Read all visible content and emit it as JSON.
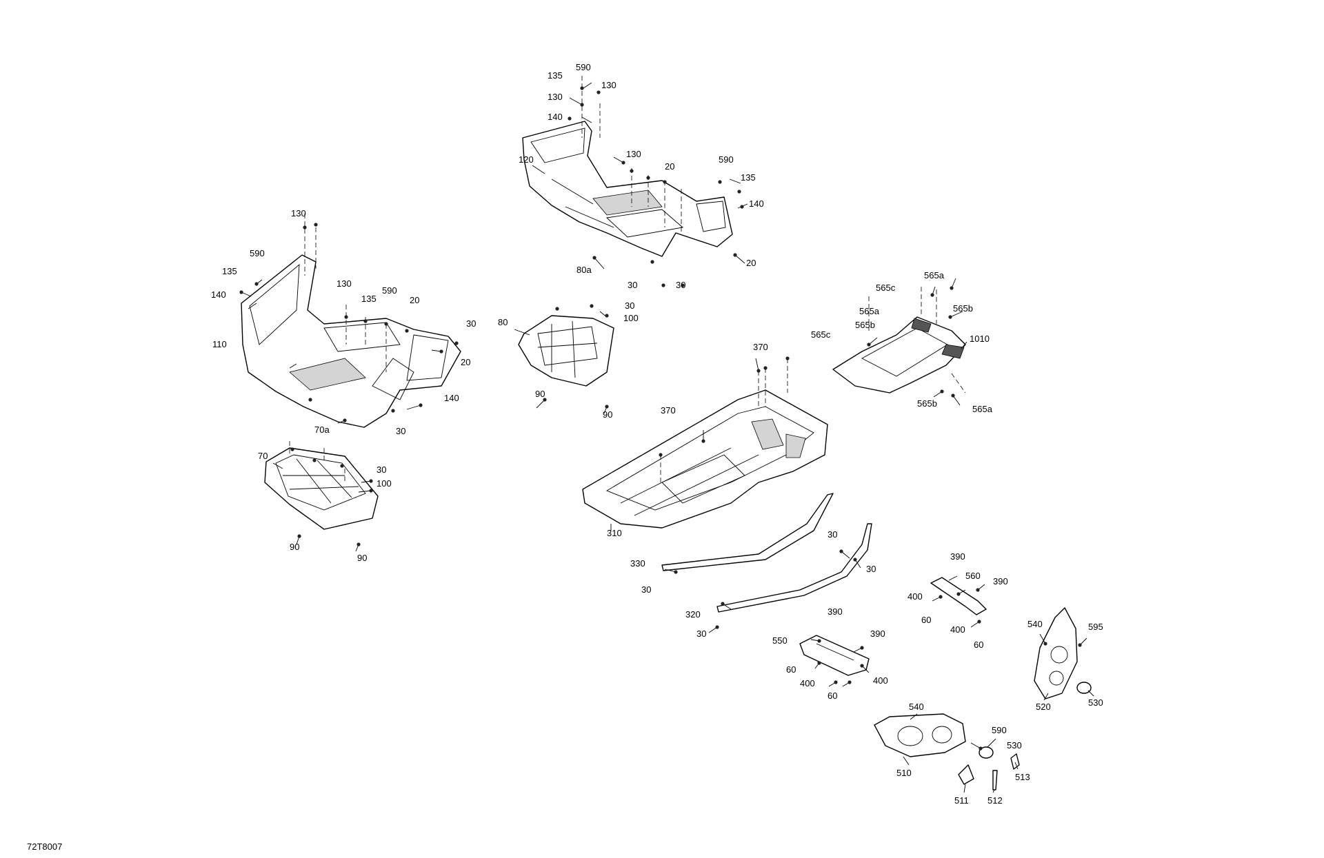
{
  "document_id": "72T8007",
  "callouts": [
    "590",
    "135",
    "130",
    "130",
    "140",
    "120",
    "130",
    "20",
    "590",
    "135",
    "140",
    "80a",
    "30",
    "30",
    "20",
    "130",
    "590",
    "135",
    "140",
    "130",
    "135",
    "590",
    "20",
    "30",
    "110",
    "20",
    "70a",
    "30",
    "140",
    "80",
    "30",
    "100",
    "90",
    "90",
    "70",
    "30",
    "100",
    "90",
    "90",
    "370",
    "370",
    "310",
    "30",
    "30",
    "330",
    "30",
    "320",
    "30",
    "565c",
    "565a",
    "565a",
    "565b",
    "565b",
    "565c",
    "1010",
    "565b",
    "565a",
    "390",
    "560",
    "390",
    "400",
    "60",
    "400",
    "60",
    "390",
    "550",
    "390",
    "60",
    "400",
    "400",
    "60",
    "540",
    "595",
    "520",
    "530",
    "540",
    "590",
    "530",
    "510",
    "511",
    "512",
    "513"
  ]
}
